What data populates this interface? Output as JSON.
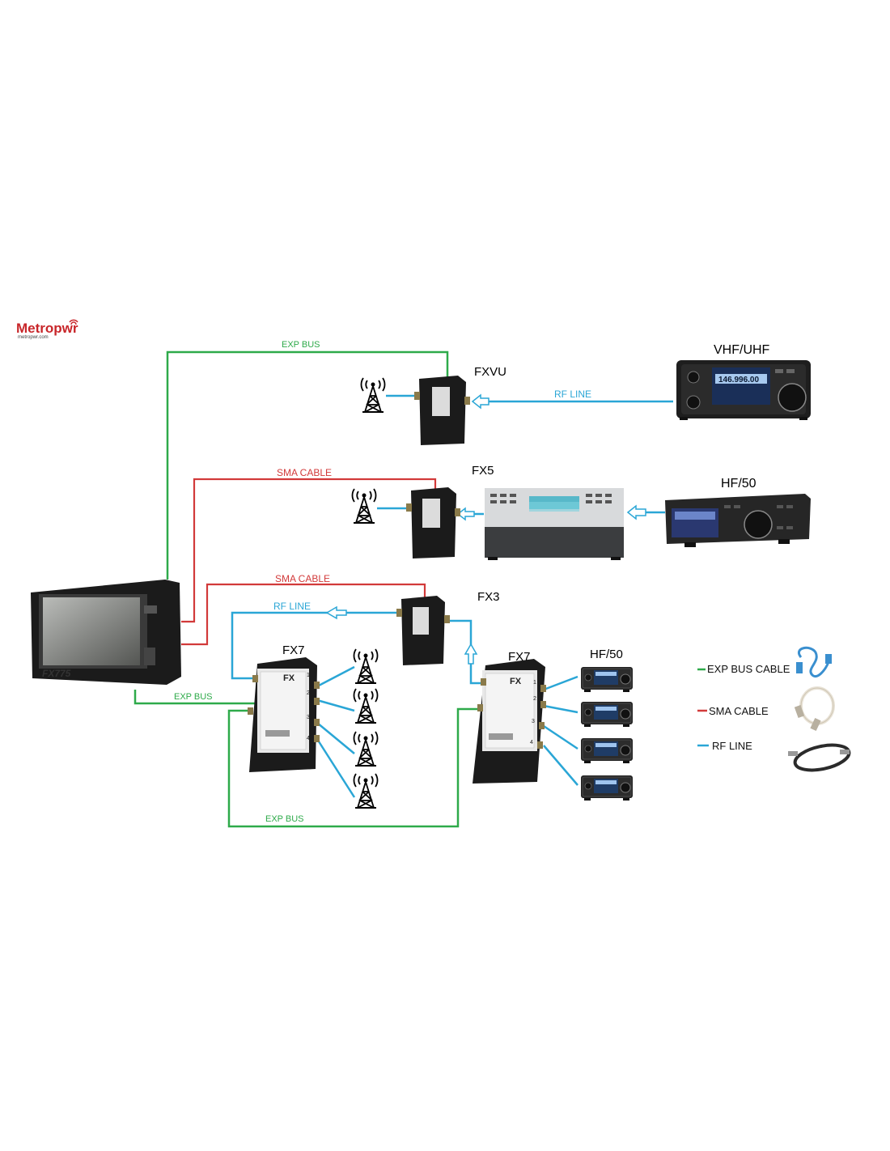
{
  "brand": {
    "logo_text": "Metropwr",
    "logo_subtext": "metropwr.com"
  },
  "colors": {
    "exp_bus": "#2eaa4a",
    "sma": "#d23a3a",
    "rf": "#2aa6d6",
    "device": "#1b1b1b",
    "logo_red": "#c8262a"
  },
  "devices": {
    "fxvu": "FXVU",
    "fx5": "FX5",
    "fx3": "FX3",
    "fx7_left": "FX7",
    "fx7_right": "FX7",
    "vhf_uhf": "VHF/UHF",
    "hf50_top": "HF/50",
    "hf50_group": "HF/50",
    "controller_brand": "FX775"
  },
  "cable_labels": {
    "exp_bus_top": "EXP BUS",
    "exp_bus_mid": "EXP BUS",
    "exp_bus_bottom": "EXP BUS",
    "sma_top": "SMA CABLE",
    "sma_mid": "SMA CABLE",
    "rf_line_top": "RF LINE",
    "rf_line_mid": "RF LINE"
  },
  "switch_text": {
    "fx_badge": "FX",
    "port_1": "1",
    "port_2": "2",
    "port_3": "3",
    "port_4": "4"
  },
  "radio_text": {
    "vhf_freq": "146.996.00"
  },
  "legend": [
    {
      "label": "EXP BUS CABLE",
      "color": "#2eaa4a"
    },
    {
      "label": "SMA CABLE",
      "color": "#d23a3a"
    },
    {
      "label": "RF LINE",
      "color": "#2aa6d6"
    }
  ]
}
